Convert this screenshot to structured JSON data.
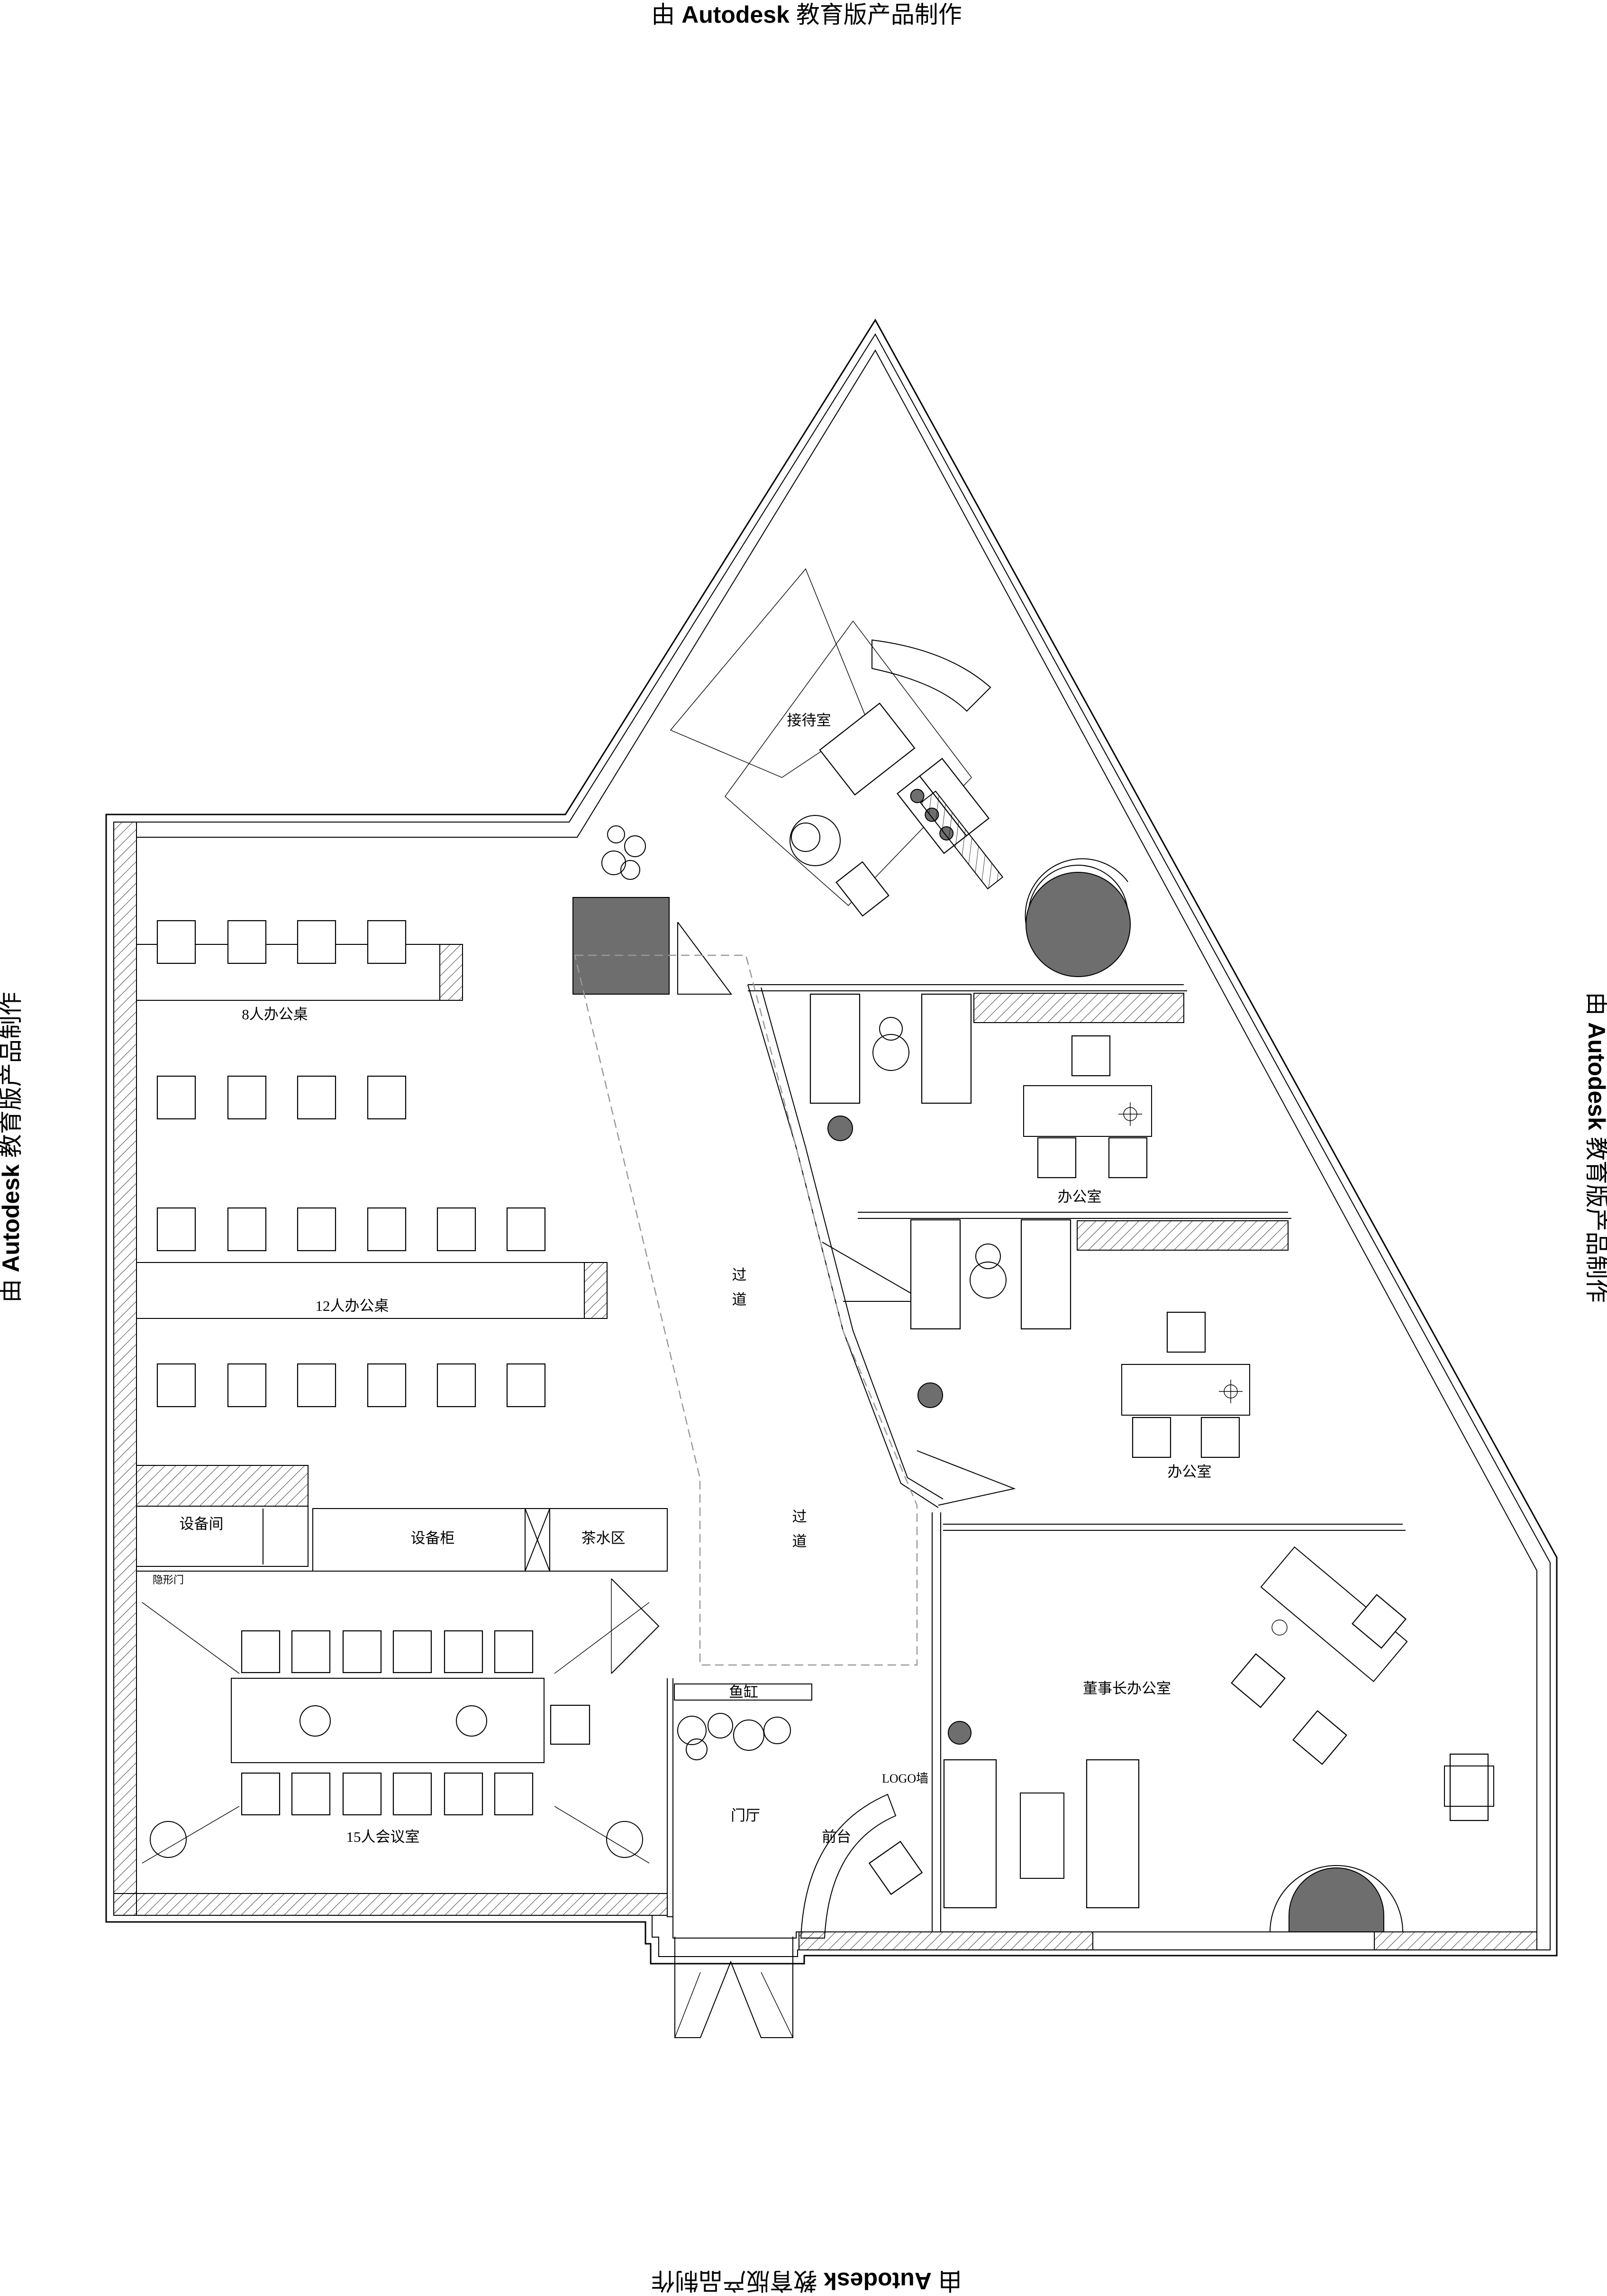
{
  "watermark": {
    "prefix": "由",
    "brand": "Autodesk",
    "suffix": "教育版产品制作"
  },
  "rooms": {
    "reception": "接待室",
    "office_upper": "办公室",
    "office_middle": "办公室",
    "chairman_office": "董事长办公室",
    "desk_8": "8人办公桌",
    "desk_12": "12人办公桌",
    "equipment_room": "设备间",
    "equipment_cabinet": "设备柜",
    "tea_area": "茶水区",
    "hidden_door": "隐形门",
    "meeting_room": "15人会议室",
    "corridor_upper_1": "过",
    "corridor_upper_2": "道",
    "corridor_lower_1": "过",
    "corridor_lower_2": "道",
    "fish_tank": "鱼缸",
    "logo_wall": "LOGO墙",
    "lobby": "门厅",
    "front_desk": "前台"
  },
  "colors": {
    "line": "#000000",
    "fill_dark": "#6e6e6e",
    "dashed": "#999999",
    "background": "#ffffff"
  }
}
